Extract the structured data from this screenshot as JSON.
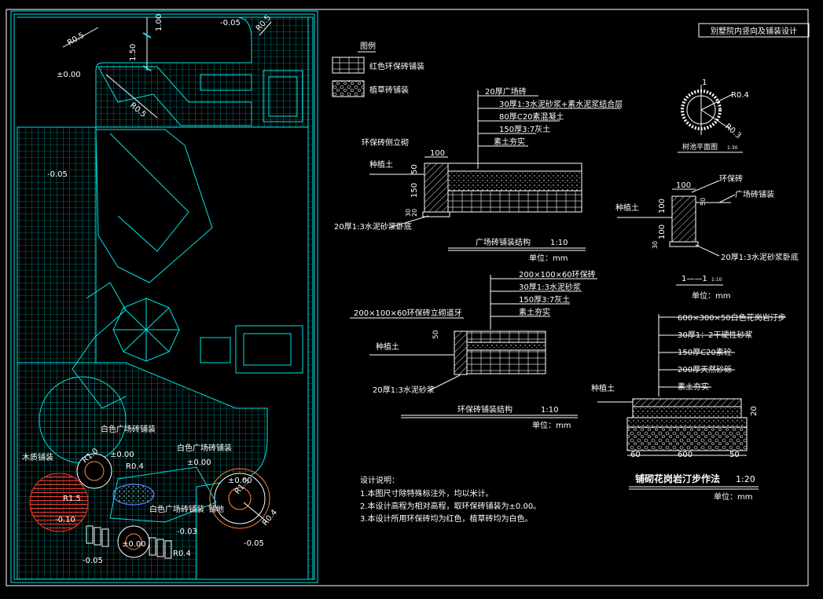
{
  "title_block": {
    "text": "别墅院内竖向及铺装设计"
  },
  "legend": {
    "title": "图例",
    "items": [
      {
        "label": "红色环保砖铺装"
      },
      {
        "label": "植草砖铺装"
      }
    ]
  },
  "plan": {
    "dims": [
      "1.00",
      "1.50"
    ],
    "radii": [
      "R0.5",
      "R0.5",
      "R0.5",
      "R1.0",
      "R0.4",
      "R1.5",
      "R1.3",
      "R0.4",
      "R0.4"
    ],
    "levels": [
      "-0.05",
      "±0.00",
      "±0.00",
      "±0.00",
      "±0.00",
      "±0.00",
      "-0.10",
      "-0.05",
      "-0.05",
      "-0.05",
      "-0.03"
    ],
    "labels": {
      "white_square_1": "白色广场砖铺装",
      "white_square_2": "白色广场砖铺装",
      "white_square_3": "白色广场砖铺装",
      "paving": "铺地",
      "wood": "木质铺装"
    }
  },
  "detail_square": {
    "layers": [
      "20厚广场砖",
      "30厚1:3水泥砂浆+素水泥浆结合层",
      "80厚C20素混凝土",
      "150厚3:7灰土",
      "素土夯实"
    ],
    "left_labels": [
      "环保砖侧立砌",
      "种植土"
    ],
    "dims": [
      "100",
      "50",
      "150",
      "30",
      "20"
    ],
    "bottom_note": "20厚1:3水泥砂浆卧底",
    "title": "广场砖铺装结构",
    "scale": "1:10",
    "unit": "单位：mm"
  },
  "detail_circle": {
    "radii": [
      "R0.4",
      "R0.3"
    ],
    "mark": "1",
    "title": "树池平面图",
    "scale": "1:30"
  },
  "detail_section": {
    "labels": [
      "环保砖",
      "广场砖铺装",
      "种植土"
    ],
    "dims": [
      "100",
      "100",
      "50",
      "100",
      "30"
    ],
    "bottom_note": "20厚1:3水泥砂浆卧底",
    "title": "1——1",
    "scale": "1:10",
    "unit": "单位：mm"
  },
  "detail_eco": {
    "layers": [
      "200×100×60环保砖",
      "30厚1:3水泥砂浆",
      "150厚3:7灰土",
      "素土夯实"
    ],
    "side_note": "200×100×60环保砖立砌道牙",
    "left_label": "种植土",
    "dims": [
      "50"
    ],
    "bottom_note": "20厚1:3水泥砂浆",
    "title": "环保砖铺装结构",
    "scale": "1:10",
    "unit": "单位：mm"
  },
  "detail_granite": {
    "layers": [
      "600×300×50白色花岗岩汀步",
      "30厚1：2干硬性砂浆",
      "150厚C20素砼",
      "200厚天然砂砾",
      "素土夯实"
    ],
    "left_label": "种植土",
    "dims": [
      "60",
      "600",
      "50",
      "20"
    ],
    "title": "铺砌花岗岩汀步作法",
    "scale": "1:20",
    "unit": "单位：mm"
  },
  "notes": {
    "title": "设计说明：",
    "lines": [
      "1.本图尺寸除特殊标注外，均以米计。",
      "2.本设计高程为相对高程，取环保砖铺装为±0.00。",
      "3.本设计所用环保砖均为红色，植草砖均为白色。"
    ]
  }
}
